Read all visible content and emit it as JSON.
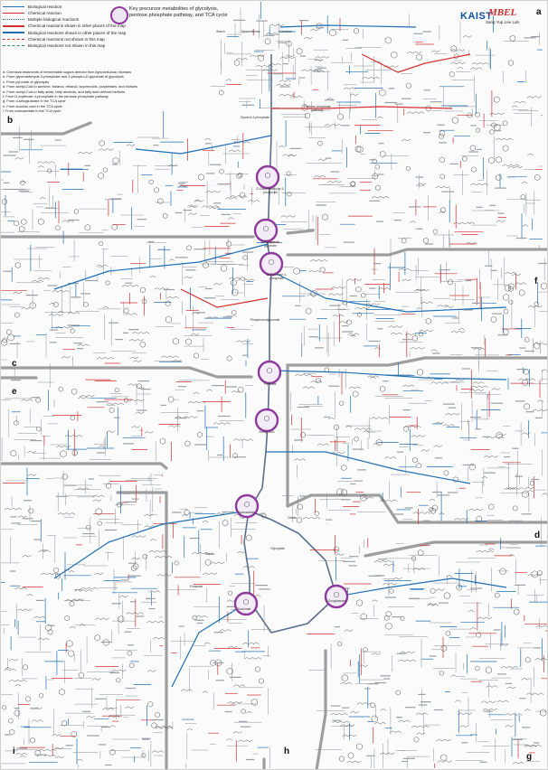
{
  "legend": {
    "items": [
      {
        "label": "Biological reaction",
        "color": "#1f6fb5",
        "style": "solid",
        "icon": "arrow-blue-icon"
      },
      {
        "label": "Chemical reaction",
        "color": "#d32f2f",
        "style": "solid",
        "icon": "arrow-red-icon"
      },
      {
        "label": "Multiple biological reactions",
        "color": "#1f6fb5",
        "style": "dotted",
        "icon": "arrow-multi-icon"
      },
      {
        "label": "Chemical reactions shown in other places of the map",
        "color": "#d32f2f",
        "style": "thick",
        "icon": "arrow-red-thick-icon"
      },
      {
        "label": "Biological reactions shown in other places of the map",
        "color": "#1f6fb5",
        "style": "thick",
        "icon": "arrow-blue-thick-icon"
      },
      {
        "label": "Chemical reactions not shown in this map",
        "color": "#d32f2f",
        "style": "dashed",
        "icon": "arrow-red-dashed-icon"
      },
      {
        "label": "Biological reactions not shown in this map",
        "color": "#2e8b57",
        "style": "dashed",
        "icon": "arrow-green-dashed-icon"
      }
    ],
    "key_label": "Key precursor metabolites of glycolysis, pentose phosphate pathway, and TCA cycle",
    "notes": [
      "a: Chemical treatments of fermentable sugars derived from lignocellulosic biomass",
      "b: From glyceraldehyde-3-phosphate and 3-phospho-D-glycerate of glycolysis",
      "c: From pyruvate of glycolysis",
      "d: From acetyl-CoA to acetone, butanol, ethanol, isoprenoids, polyketides, and biofuels",
      "e: From acetyl-CoA to fatty acids, fatty alcohols, and fatty acid-derived biofuels",
      "f: From D-erythrose 4-phosphate in the pentose phosphate pathway",
      "g: From α-ketoglutarate in the TCA cycle",
      "h: From succinic acid in the TCA cycle",
      "i: From oxaloacetate in the TCA cycle"
    ]
  },
  "branding": {
    "institute": "KAIST",
    "lab_logo": "MBEL",
    "lab_name": "Sang Yup Lee Lab"
  },
  "sections": [
    "a",
    "b",
    "c",
    "d",
    "e",
    "f",
    "g",
    "h",
    "i"
  ],
  "key_metabolites": [
    {
      "name": "D-Glyceraldehyde 3-phosphate"
    },
    {
      "name": "3-Phospho-D-glycerate"
    },
    {
      "name": "D-Erythrose 4-phosphate"
    },
    {
      "name": "Pyruvate"
    },
    {
      "name": "Acetyl-CoA"
    },
    {
      "name": "Oxaloacetate"
    },
    {
      "name": "Succinate"
    },
    {
      "name": "2-Oxoglutarate"
    }
  ],
  "top_labels": [
    "Starch",
    "Hemicellulose",
    "Cellulose",
    "Pentose phosphate pathway",
    "Glycerol-3-phosphate",
    "Phosphoenolpyruvate",
    "Citrate",
    "Glyoxylate",
    "Malate",
    "Fumarate"
  ],
  "colors": {
    "biological": "#1f6fb5",
    "chemical": "#d32f2f",
    "key": "#8e3a9d",
    "section_line": "#9e9e9e"
  }
}
